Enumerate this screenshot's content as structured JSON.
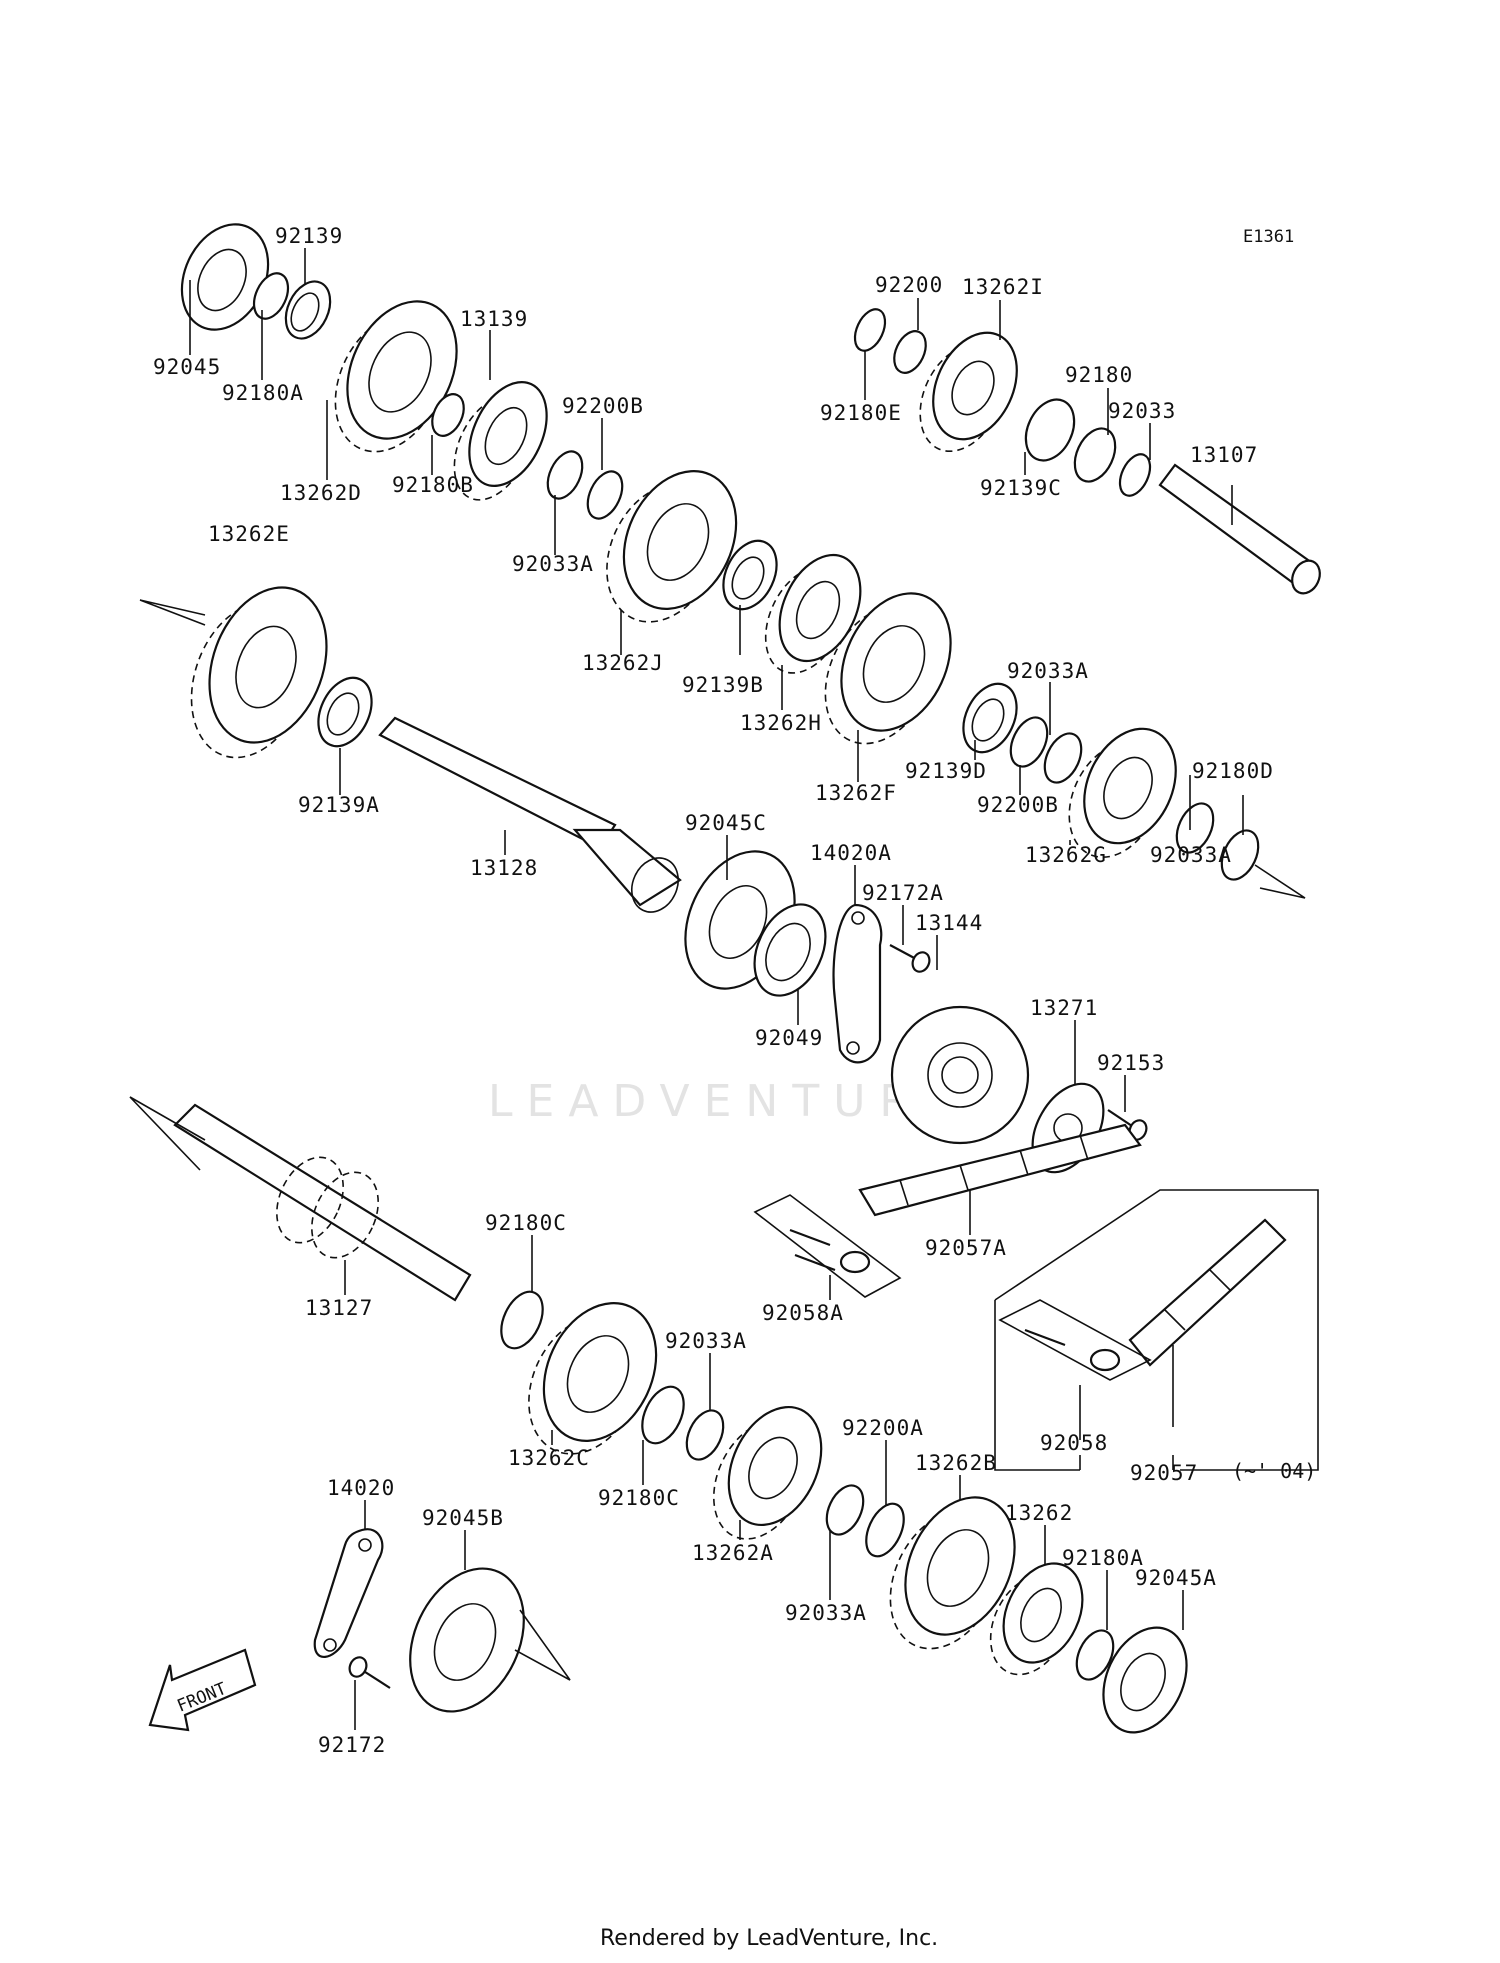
{
  "diagram_ref": "E1361",
  "watermark": "LEADVENTURE",
  "footer_text": "Rendered by LeadVenture, Inc.",
  "note": "(~' 04)",
  "front_label": "FRONT",
  "parts": {
    "p92139": "92139",
    "p92045": "92045",
    "p92180A_top": "92180A",
    "p13139": "13139",
    "p13262D": "13262D",
    "p92180B": "92180B",
    "p92200B_top": "92200B",
    "p92033A_top": "92033A",
    "p13262E": "13262E",
    "p13262J": "13262J",
    "p92139B": "92139B",
    "p13262H": "13262H",
    "p92139A": "92139A",
    "p13262F": "13262F",
    "p92139D": "92139D",
    "p92033A_mid": "92033A",
    "p92200B_mid": "92200B",
    "p13262G": "13262G",
    "p92180D": "92180D",
    "p92033A_right": "92033A",
    "p92200": "92200",
    "p13262I": "13262I",
    "p92180E": "92180E",
    "p92180": "92180",
    "p92033": "92033",
    "p13107": "13107",
    "p92139C": "92139C",
    "p13128": "13128",
    "p92045C": "92045C",
    "p14020A": "14020A",
    "p92172A": "92172A",
    "p13144": "13144",
    "p92049": "92049",
    "p13271": "13271",
    "p92153": "92153",
    "p92057A": "92057A",
    "p92058A": "92058A",
    "p13127": "13127",
    "p92180C_top": "92180C",
    "p13262C": "13262C",
    "p92180C_bot": "92180C",
    "p92033A_low": "92033A",
    "p13262A": "13262A",
    "p92200A": "92200A",
    "p92033A_bot": "92033A",
    "p13262B": "13262B",
    "p13262": "13262",
    "p92180A_bot": "92180A",
    "p92045A": "92045A",
    "p92058": "92058",
    "p92057": "92057",
    "p14020": "14020",
    "p92045B": "92045B",
    "p92172": "92172"
  }
}
